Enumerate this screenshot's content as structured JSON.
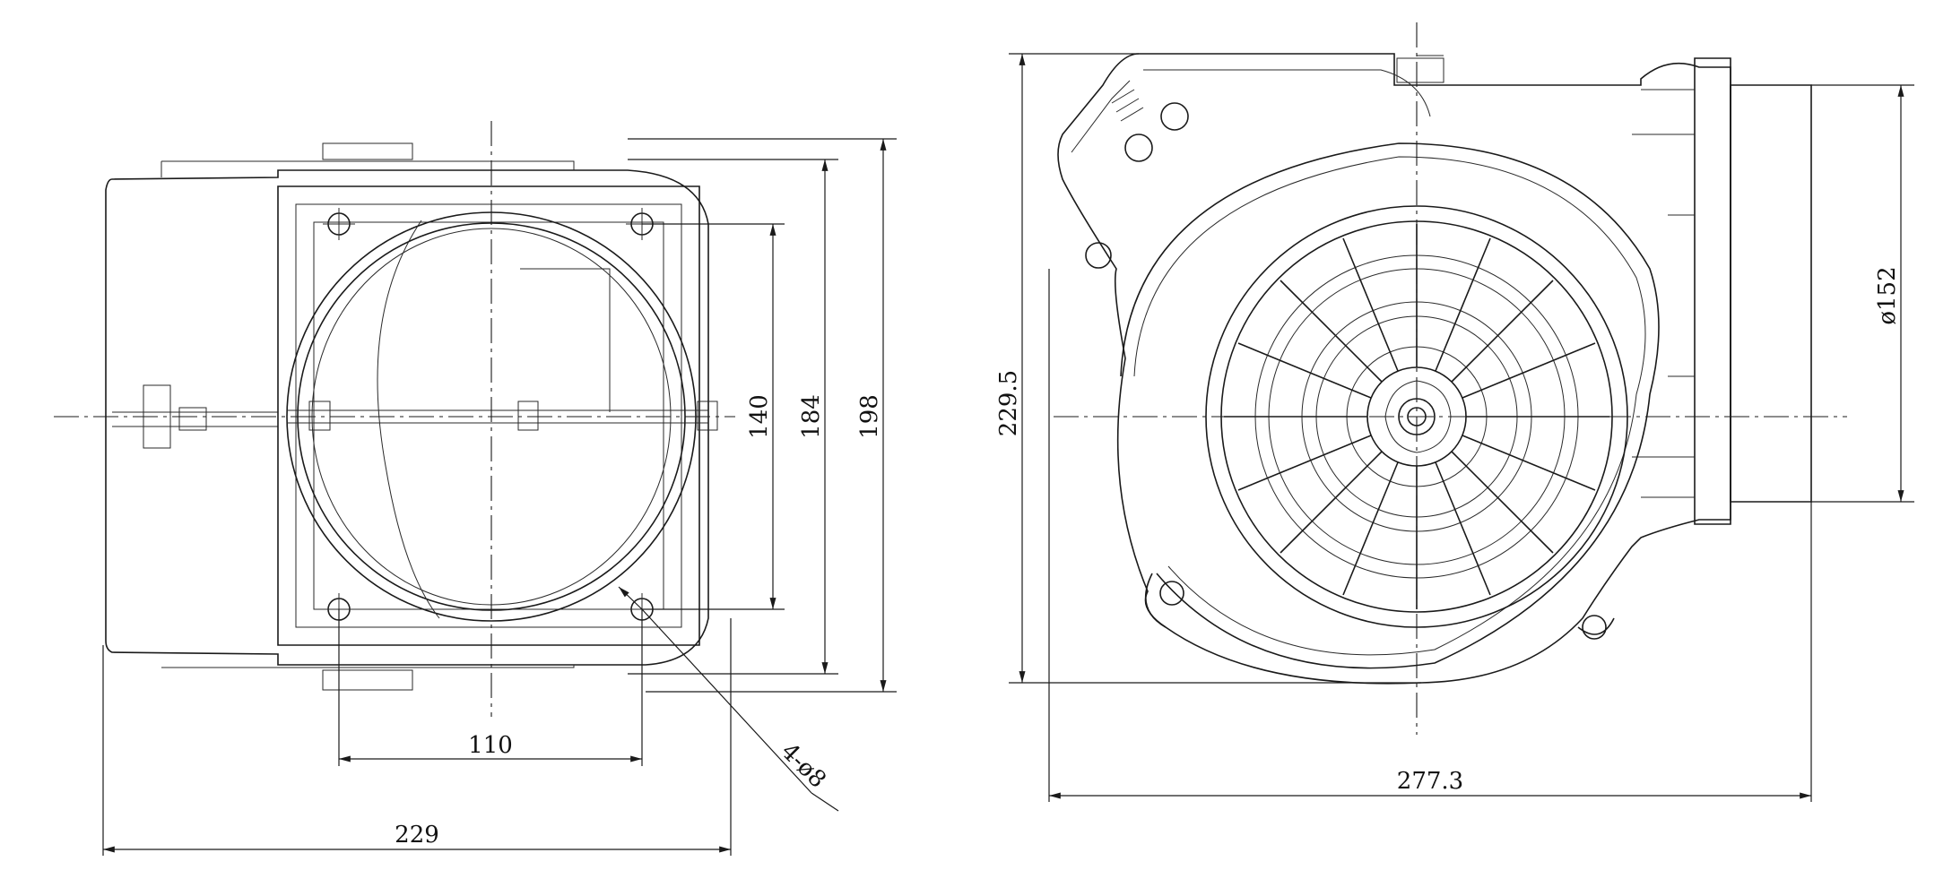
{
  "drawing": {
    "front_view": {
      "dims": {
        "height_outer": "198",
        "height_mid": "184",
        "height_inner": "140",
        "hole_pitch": "110",
        "width": "229",
        "holes": "4-ø8"
      }
    },
    "side_view": {
      "dims": {
        "height": "229.5",
        "width": "277.3",
        "outlet_dia": "ø152"
      }
    },
    "colors": {
      "line": "#1a1a1a",
      "background": "#ffffff"
    }
  }
}
